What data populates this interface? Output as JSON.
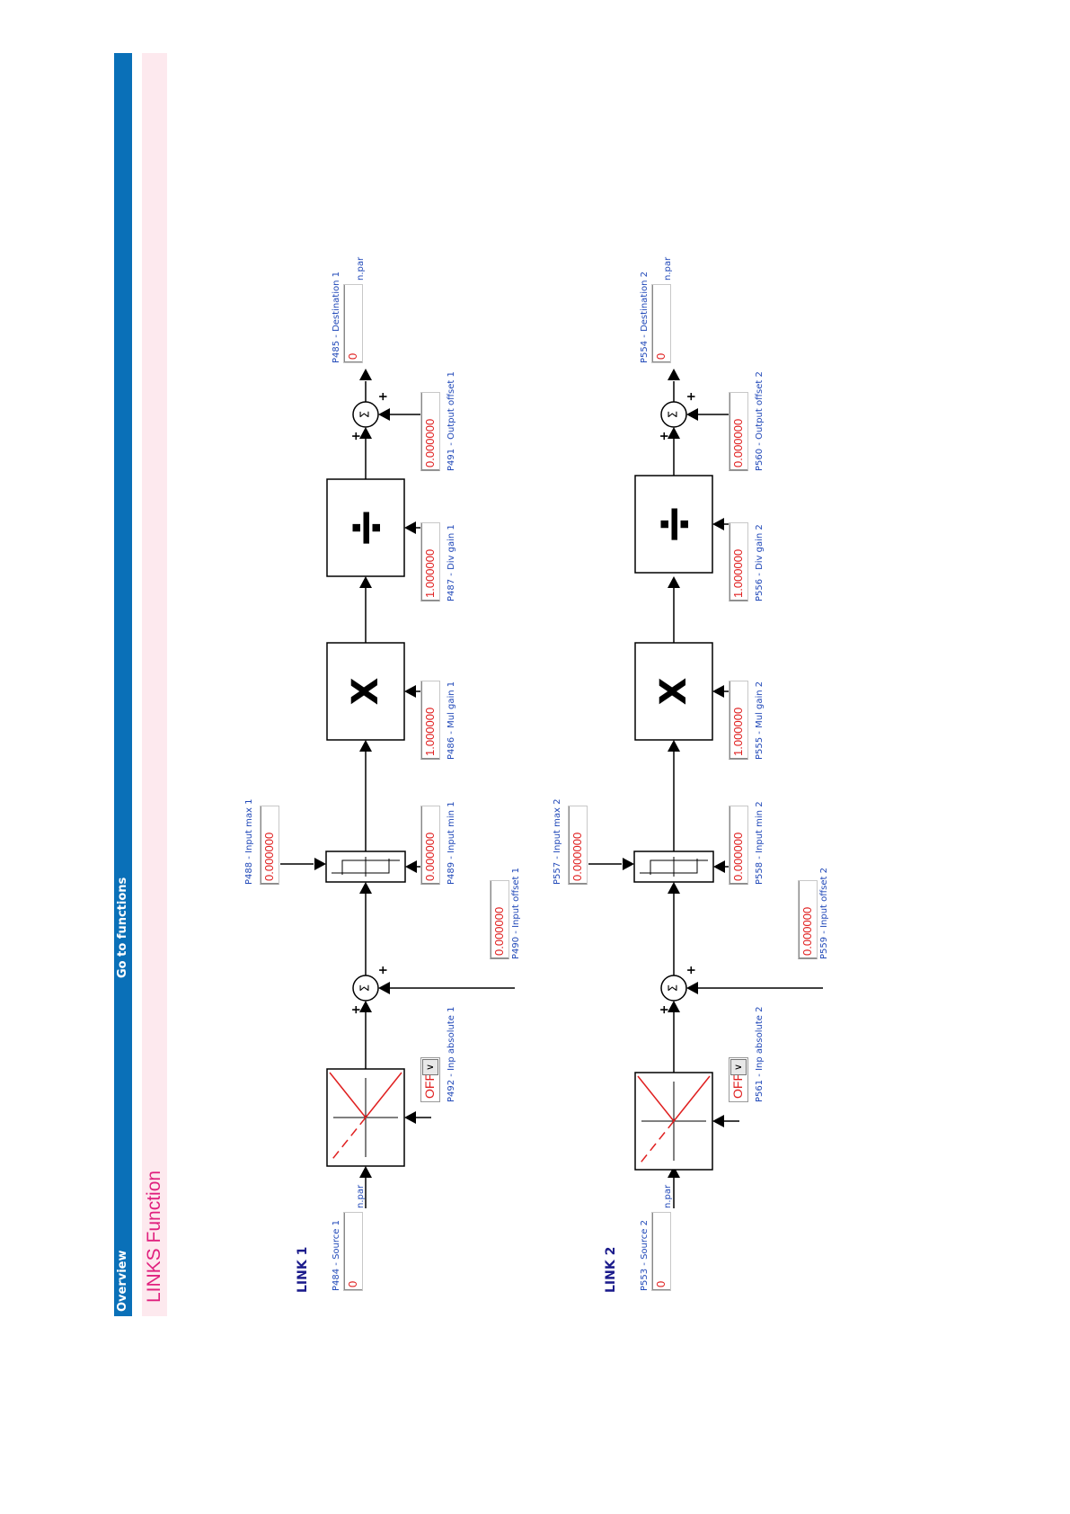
{
  "nav": {
    "overview": "Overview",
    "goto_functions": "Go to functions"
  },
  "page_title": "LINKS Function",
  "blocks": {
    "sum_symbol": "Σ",
    "plus": "+",
    "mul_symbol": "X",
    "div_symbol": "÷"
  },
  "links": [
    {
      "heading": "LINK 1",
      "source": {
        "label": "P484 - Source 1",
        "value": "0",
        "unit": "n.par"
      },
      "inp_absolute": {
        "label": "P492 - Inp absolute 1",
        "value": "OFF"
      },
      "input_offset": {
        "label": "P490 - Input offset 1",
        "value": "0.000000"
      },
      "input_max": {
        "label": "P488 - Input max 1",
        "value": "0.000000"
      },
      "input_min": {
        "label": "P489 - Input min 1",
        "value": "0.000000"
      },
      "mul_gain": {
        "label": "P486 - Mul gain 1",
        "value": "1.000000"
      },
      "div_gain": {
        "label": "P487 - Div gain 1",
        "value": "1.000000"
      },
      "output_offset": {
        "label": "P491 - Output offset 1",
        "value": "0.000000"
      },
      "destination": {
        "label": "P485 - Destination 1",
        "value": "0",
        "unit": "n.par"
      }
    },
    {
      "heading": "LINK 2",
      "source": {
        "label": "P553 - Source 2",
        "value": "0",
        "unit": "n.par"
      },
      "inp_absolute": {
        "label": "P561 - Inp absolute 2",
        "value": "OFF"
      },
      "input_offset": {
        "label": "P559 - Input offset 2",
        "value": "0.000000"
      },
      "input_max": {
        "label": "P557 - Input max 2",
        "value": "0.000000"
      },
      "input_min": {
        "label": "P558 - Input min 2",
        "value": "0.000000"
      },
      "mul_gain": {
        "label": "P555 - Mul gain 2",
        "value": "1.000000"
      },
      "div_gain": {
        "label": "P556 - Div gain 2",
        "value": "1.000000"
      },
      "output_offset": {
        "label": "P560 - Output offset 2",
        "value": "0.000000"
      },
      "destination": {
        "label": "P554 - Destination 2",
        "value": "0",
        "unit": "n.par"
      }
    }
  ]
}
